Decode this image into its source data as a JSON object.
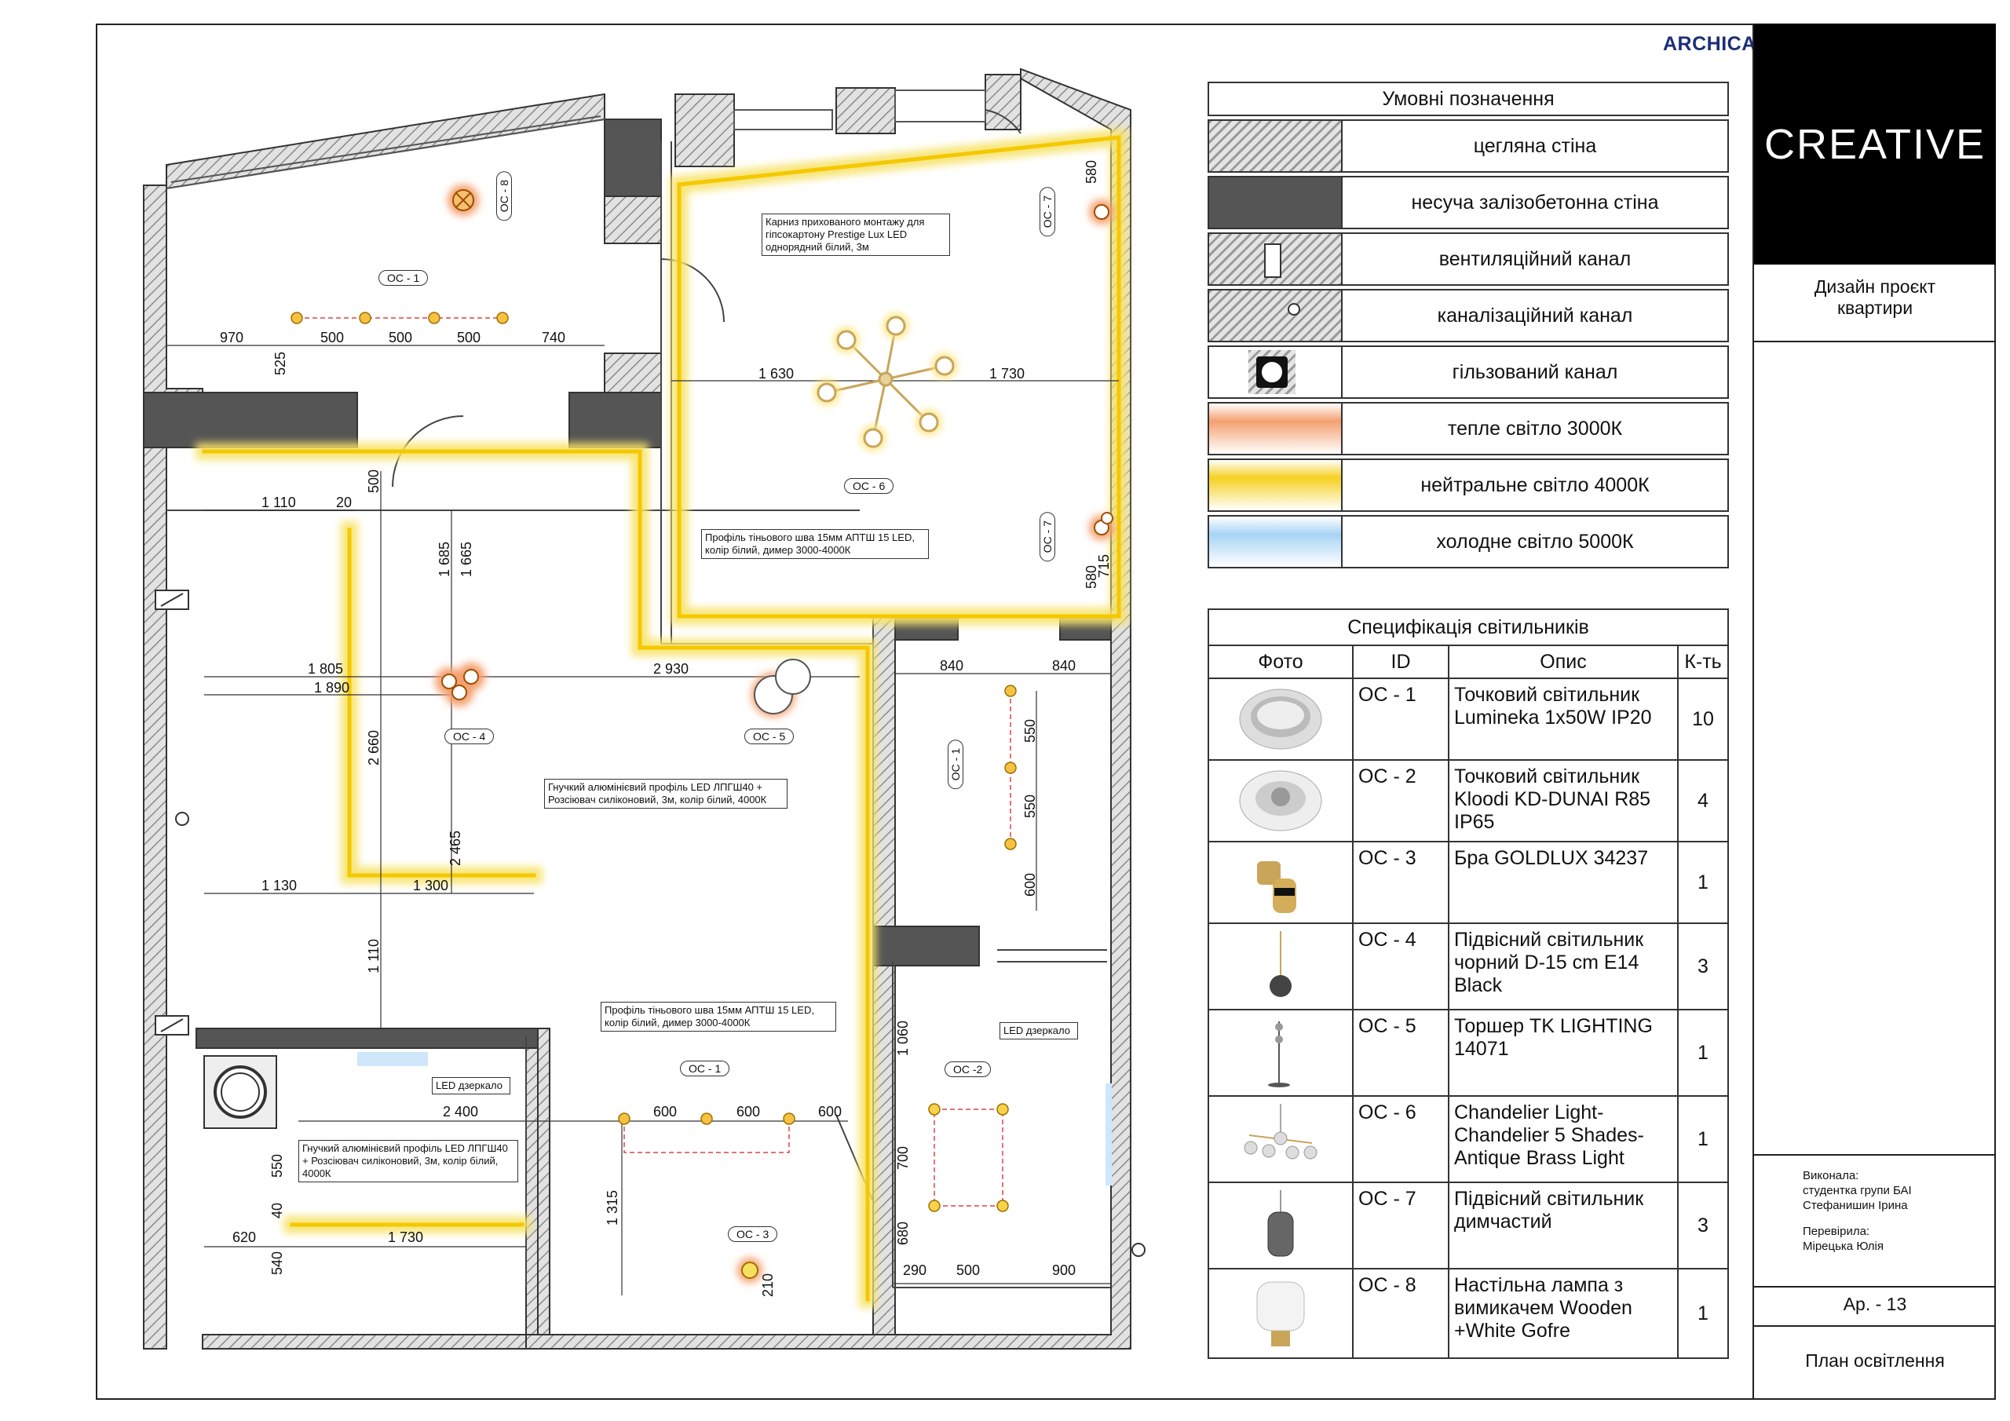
{
  "watermark": "ARCHICAD EDUCATION VERSION",
  "legend": {
    "title": "Умовні позначення",
    "items": [
      {
        "label": "цегляна стіна",
        "swatch": "brick-hatch"
      },
      {
        "label": "несуча залізобетонна стіна",
        "swatch": "concrete-dark"
      },
      {
        "label": "вентиляційний канал",
        "swatch": "ventilation-symbol"
      },
      {
        "label": "каналізаційний канал",
        "swatch": "sewer-symbol"
      },
      {
        "label": "гільзований канал",
        "swatch": "sleeve-symbol"
      },
      {
        "label": "тепле світло 3000К",
        "swatch": "#f4a070"
      },
      {
        "label": "нейтральне світло 4000К",
        "swatch": "#f5d020"
      },
      {
        "label": "холодне світло 5000К",
        "swatch": "#a8d4f5"
      }
    ]
  },
  "spec": {
    "title": "Специфікація світильників",
    "headers": [
      "Фото",
      "ID",
      "Опис",
      "К-ть"
    ],
    "rows": [
      {
        "id": "ОС - 1",
        "desc": "Точковий світильник Lumineka 1x50W IP20",
        "qty": "10",
        "icon": "recessed-spot-icon"
      },
      {
        "id": "ОС - 2",
        "desc": "Точковий світильник Kloodi KD-DUNAI R85 IP65",
        "qty": "4",
        "icon": "recessed-spot-ip65-icon"
      },
      {
        "id": "ОС - 3",
        "desc": "Бра GOLDLUX 34237",
        "qty": "1",
        "icon": "wall-spot-icon"
      },
      {
        "id": "ОС - 4",
        "desc": "Підвісний світильник чорний D-15 cm E14 Black",
        "qty": "3",
        "icon": "pendant-black-icon"
      },
      {
        "id": "ОС - 5",
        "desc": "Торшер TK LIGHTING 14071",
        "qty": "1",
        "icon": "floor-lamp-icon"
      },
      {
        "id": "ОС - 6",
        "desc": "Chandelier Light-Chandelier 5 Shades-Antique Brass Light",
        "qty": "1",
        "icon": "chandelier-icon"
      },
      {
        "id": "ОС - 7",
        "desc": "Підвісний світильник димчастий",
        "qty": "3",
        "icon": "pendant-smoky-icon"
      },
      {
        "id": "ОС - 8",
        "desc": "Настільна лампа з вимикачем Wooden +White Gofre",
        "qty": "1",
        "icon": "table-lamp-icon"
      }
    ]
  },
  "titleblock": {
    "brand": "CREATIVE",
    "project": "Дизайн проєкт квартири",
    "made_by_label": "Виконала:",
    "made_by_1": "студентка групи БАІ",
    "made_by_2": "Стефанишин Ірина",
    "checked_label": "Перевірила:",
    "checked_by": "Мірецька Юлія",
    "sheet_no": "Ар. - 13",
    "sheet_title": "План освітлення"
  },
  "plan": {
    "tags": {
      "os1a": "ОС - 1",
      "os1b": "ОС - 1",
      "os1c": "ОС - 1",
      "os2": "ОС -2",
      "os3": "ОС - 3",
      "os4": "ОС - 4",
      "os5": "ОС - 5",
      "os6": "ОС - 6",
      "os7a": "ОС - 7",
      "os7b": "ОС - 7",
      "os8": "ОС - 8"
    },
    "notes": {
      "cornice": "Карниз прихованого монтажу для гіпсокартону Prestige Lux LED однорядний білий, 3м",
      "shadow1": "Профіль тіньового шва 15мм АПТШ 15 LED, колір білий, димер 3000-4000К",
      "flex1": "Гнучкий алюмінієвий профіль LED ЛПГШ40 + Розсіювач силіконовий, 3м, колір білий, 4000К",
      "shadow2": "Профіль тіньового шва 15мм АПТШ 15 LED, колір білий, димер 3000-4000К",
      "flex2": "Гнучкий алюмінієвий профіль LED ЛПГШ40 + Розсіювач силіконовий, 3м, колір білий, 4000К",
      "mirror1": "LED дзеркало",
      "mirror2": "LED дзеркало"
    },
    "dims": {
      "d970": "970",
      "d500a": "500",
      "d500b": "500",
      "d500c": "500",
      "d740": "740",
      "d525": "525",
      "d1630": "1 630",
      "d1730a": "1 730",
      "d580a": "580",
      "d580b": "580",
      "d715": "715",
      "d1110a": "1 110",
      "d20": "20",
      "d500d": "500",
      "d1685": "1 685",
      "d1665": "1 665",
      "d1805": "1 805",
      "d1890": "1 890",
      "d2930": "2 930",
      "d2660": "2 660",
      "d2465": "2 465",
      "d1130": "1 130",
      "d1300": "1 300",
      "d1110b": "1 110",
      "d840a": "840",
      "d840b": "840",
      "d550a": "550",
      "d550b": "550",
      "d600a": "600",
      "d2400": "2 400",
      "d600b": "600",
      "d600c": "600",
      "d600d": "600",
      "d1315": "1 315",
      "d1060": "1 060",
      "d700": "700",
      "d680": "680",
      "d290": "290",
      "d500e": "500",
      "d900": "900",
      "d550c": "550",
      "d40": "40",
      "d620": "620",
      "d1730b": "1 730",
      "d540": "540",
      "d210": "210"
    }
  }
}
